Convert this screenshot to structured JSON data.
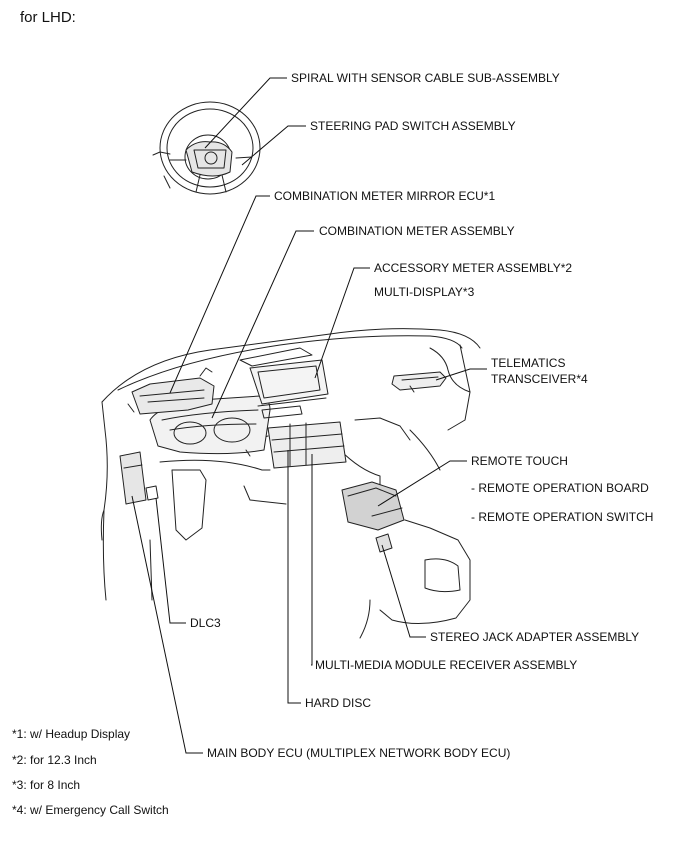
{
  "header": {
    "title": "for LHD:"
  },
  "labels": {
    "spiral": "SPIRAL WITH SENSOR CABLE SUB-ASSEMBLY",
    "steering_pad": "STEERING PAD SWITCH ASSEMBLY",
    "comb_mirror_ecu": "COMBINATION METER MIRROR ECU*1",
    "comb_meter": "COMBINATION METER ASSEMBLY",
    "accessory_meter": "ACCESSORY METER ASSEMBLY*2",
    "multi_display": "MULTI-DISPLAY*3",
    "telematics_1": "TELEMATICS",
    "telematics_2": "TRANSCEIVER*4",
    "remote_touch": "REMOTE TOUCH",
    "remote_board": "- REMOTE OPERATION BOARD",
    "remote_switch": "- REMOTE OPERATION SWITCH",
    "dlc3": "DLC3",
    "stereo_jack": "STEREO JACK ADAPTER ASSEMBLY",
    "multimedia": "MULTI-MEDIA MODULE RECEIVER ASSEMBLY",
    "hard_disc": "HARD DISC",
    "main_body_ecu": "MAIN BODY ECU (MULTIPLEX NETWORK BODY ECU)"
  },
  "notes": [
    "*1: w/ Headup Display",
    "*2: for 12.3 Inch",
    "*3: for 8 Inch",
    "*4: w/ Emergency Call Switch"
  ],
  "colors": {
    "line": "#111111",
    "background": "#ffffff"
  }
}
